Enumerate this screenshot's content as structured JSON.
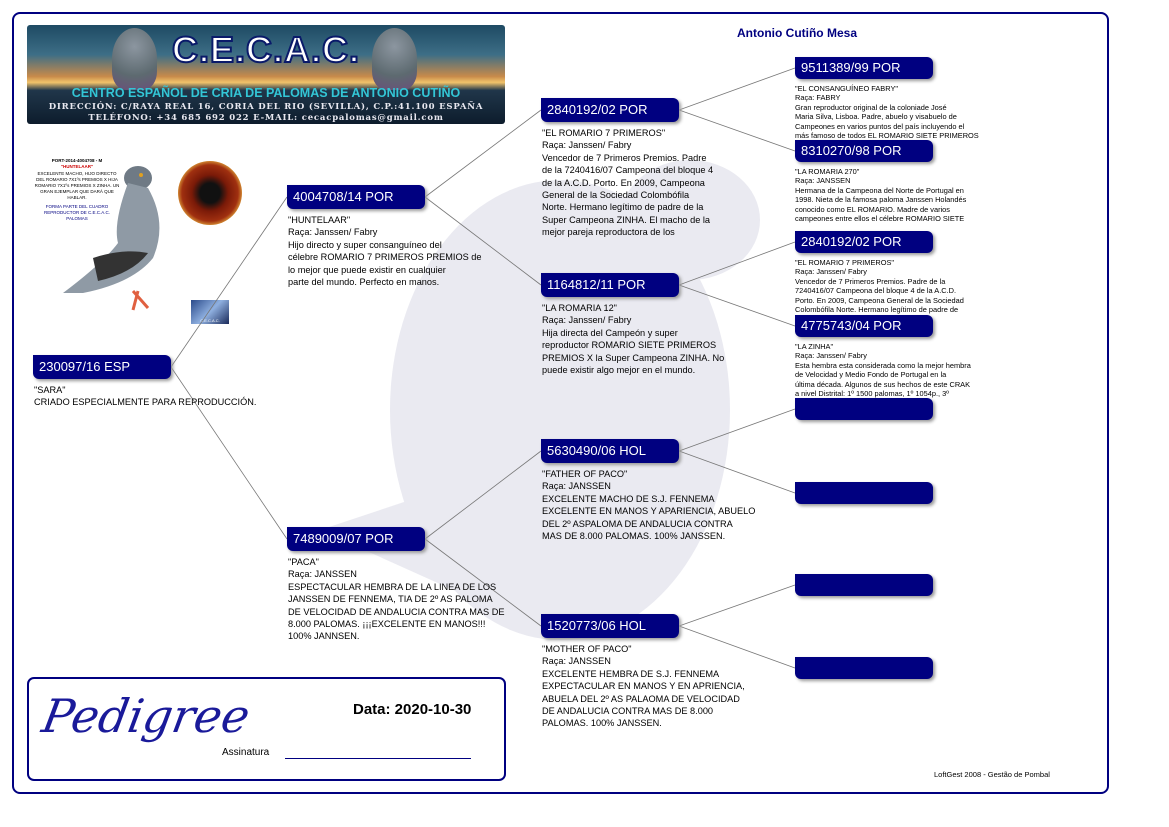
{
  "header": {
    "logo_text": "C.E.C.A.C.",
    "line1": "CENTRO ESPAÑOL DE CRIA DE PALOMAS DE ANTONIO CUTIÑO",
    "line2": "DIRECCIÓN: C/RAYA REAL 16, CORIA DEL RIO (SEVILLA), C.P.:41.100 ESPAÑA",
    "line3": "TELÉFONO: +34 685 692 022     E-MAIL: cecacpalomas@gmail.com"
  },
  "owner": "Antonio Cutiño Mesa",
  "photo": {
    "ring": "PORT-2014-4004708 - M",
    "name": "\"HUNTELAAR\"",
    "caption": "EXCELENTE MACHO, HIJO DIRECTO DEL ROMARIO 7X1ºs PREMIOS X HIJA ROMARIO 7X1ºs PREMIOS X ZINHA. UN GRAN EJEMPLAR QUE DARÁ QUE HABLAR.",
    "note": "FORMA PARTE DEL CUADRO REPRODUCTOR DE C.E.C.A.C. PALOMAS",
    "mini_logo": "C.E.C.A.C."
  },
  "pedigree": [
    {
      "ring": "230097/16 ESP",
      "text": "\"SARA\"\nCRIADO  ESPECIALMENTE  PARA  REPRODUCCIÓN.",
      "gen": 1
    },
    {
      "ring": "4004708/14 POR",
      "text": "\"HUNTELAAR\"\nRaça: Janssen/ Fabry\nHijo directo y super consanguíneo del\ncélebre ROMARIO 7 PRIMEROS PREMIOS de\nlo mejor que puede existir en cualquier\nparte del mundo. Perfecto en manos.",
      "gen": 2
    },
    {
      "ring": "7489009/07 POR",
      "text": "\"PACA\"\nRaça: JANSSEN\nESPECTACULAR HEMBRA DE LA LINEA DE LOS\nJANSSEN DE FENNEMA, TIA DE 2º AS PALOMA\nDE VELOCIDAD DE ANDALUCIA CONTRA MAS DE\n8.000 PALOMAS. ¡¡¡EXCELENTE EN MANOS!!!\n100% JANNSEN.",
      "gen": 2
    },
    {
      "ring": "2840192/02 POR",
      "text": "\"EL ROMARIO 7 PRIMEROS\"\nRaça: Janssen/ Fabry\nVencedor de 7 Primeros Premios. Padre\nde la 7240416/07 Campeona del bloque 4\nde la A.C.D. Porto. En 2009, Campeona\nGeneral de la Sociedad Colombófila\nNorte. Hermano legítimo de padre de la\nSuper Campeona ZINHA. El macho de la\nmejor pareja reproductora de los",
      "gen": 3
    },
    {
      "ring": "1164812/11 POR",
      "text": "\"LA ROMARIA 12\"\nRaça: Janssen/ Fabry\nHija directa del Campeón y super\nreproductor ROMARIO SIETE PRIMEROS\nPREMIOS X la Super Campeona ZINHA. No\npuede existir algo mejor en el mundo.",
      "gen": 3
    },
    {
      "ring": "5630490/06 HOL",
      "text": "\"FATHER OF PACO\"\nRaça: JANSSEN\nEXCELENTE MACHO DE S.J. FENNEMA\nEXCELENTE EN MANOS Y APARIENCIA, ABUELO\nDEL 2º ASPALOMA DE ANDALUCIA CONTRA\nMAS DE 8.000 PALOMAS. 100% JANSSEN.",
      "gen": 3
    },
    {
      "ring": "1520773/06 HOL",
      "text": "\"MOTHER OF PACO\"\nRaça: JANSSEN\nEXCELENTE HEMBRA DE S.J. FENNEMA\nEXPECTACULAR EN MANOS Y EN APRIENCIA,\nABUELA DEL 2º AS PALAOMA DE VELOCIDAD\nDE ANDALUCIA CONTRA MAS DE 8.000\nPALOMAS. 100% JANSSEN.",
      "gen": 3
    },
    {
      "ring": "9511389/99 POR",
      "text": "\"EL CONSANGUÍNEO FABRY\"\nRaça: FABRY\nGran reproductor original de la coloniade José\nMaria Silva, Lisboa. Padre, abuelo y visabuelo de\nCampeones en varios puntos del país incluyendo el\nmás famoso de todos EL ROMARIO SIETE PRIMEROS",
      "gen": 4
    },
    {
      "ring": "8310270/98 POR",
      "text": "\"LA ROMARIA 270\"\nRaça: JANSSEN\nHermana de la Campeona del Norte de Portugal en\n1998. Nieta de la famosa paloma Janssen Holandés\nconocido como EL ROMARIO. Madre de varios\ncampeones entre ellos el célebre ROMARIO SIETE",
      "gen": 4
    },
    {
      "ring": "2840192/02 POR",
      "text": "\"EL ROMARIO 7 PRIMEROS\"\nRaça: Janssen/ Fabry\nVencedor de 7 Primeros Premios. Padre de la\n7240416/07 Campeona del bloque 4 de la A.C.D.\nPorto. En 2009, Campeona General de la Sociedad\nColombófila Norte. Hermano legítimo de padre de",
      "gen": 4
    },
    {
      "ring": "4775743/04 POR",
      "text": "\"LA ZINHA\"\nRaça: Janssen/ Fabry\nEsta hembra esta considerada como la mejor hembra\nde Velocidad y Medio Fondo de Portugal en la\núltima década. Algunos de sus hechos de este CRAK\na nivel Distrital: 1º 1500 palomas, 1º 1054p., 3º",
      "gen": 4
    },
    {
      "ring": "",
      "text": "",
      "gen": 4
    },
    {
      "ring": "",
      "text": "",
      "gen": 4
    },
    {
      "ring": "",
      "text": "",
      "gen": 4
    },
    {
      "ring": "",
      "text": "",
      "gen": 4
    }
  ],
  "footer": {
    "logo": "Pedigree",
    "date": "Data: 2020-10-30",
    "signature_label": "Assinatura",
    "credit": "LoftGest 2008 - Gestão de Pombal"
  },
  "colors": {
    "navy": "#000080"
  }
}
